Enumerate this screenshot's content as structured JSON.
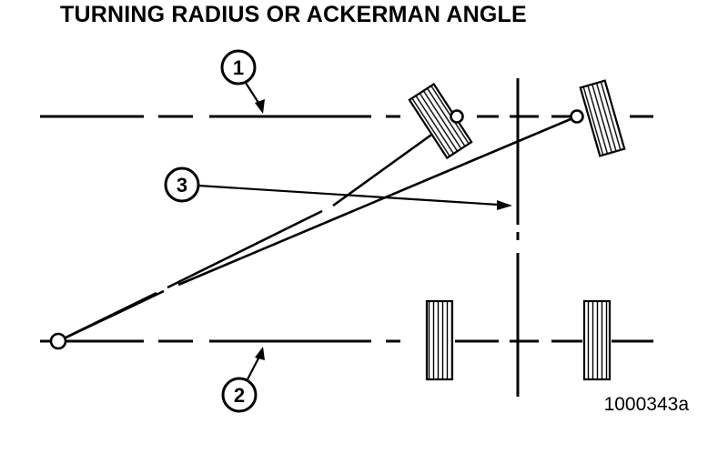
{
  "title": "TURNING RADIUS OR ACKERMAN ANGLE",
  "callouts": {
    "c1": "1",
    "c2": "2",
    "c3": "3"
  },
  "figure_id": "1000343a",
  "colors": {
    "line": "#000000",
    "background": "#ffffff"
  }
}
